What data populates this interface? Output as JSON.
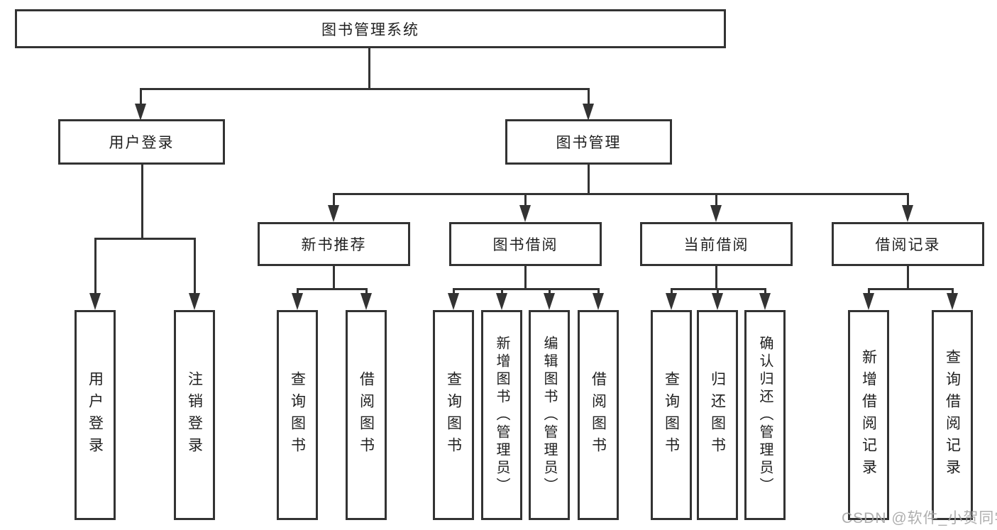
{
  "colors": {
    "line": "#333333",
    "node_border": "#333333",
    "node_fill": "#ffffff",
    "text": "#1f1f1f",
    "background": "#ffffff",
    "watermark": "#a5a5a5"
  },
  "tree": {
    "root": {
      "label": "图书管理系统",
      "children": [
        {
          "label": "用户登录",
          "children": [
            {
              "label": "用户登录"
            },
            {
              "label": "注销登录"
            }
          ]
        },
        {
          "label": "图书管理",
          "children": [
            {
              "label": "新书推荐",
              "children": [
                {
                  "label": "查询图书"
                },
                {
                  "label": "借阅图书"
                }
              ]
            },
            {
              "label": "图书借阅",
              "children": [
                {
                  "label": "查询图书"
                },
                {
                  "label": "新增图书（管理员）"
                },
                {
                  "label": "编辑图书（管理员）"
                },
                {
                  "label": "借阅图书"
                }
              ]
            },
            {
              "label": "当前借阅",
              "children": [
                {
                  "label": "查询图书"
                },
                {
                  "label": "归还图书"
                },
                {
                  "label": "确认归还（管理员）"
                }
              ]
            },
            {
              "label": "借阅记录",
              "children": [
                {
                  "label": "新增借阅记录"
                },
                {
                  "label": "查询借阅记录"
                }
              ]
            }
          ]
        }
      ]
    }
  },
  "watermark": {
    "text": "CSDN @软件_小贺同学"
  }
}
